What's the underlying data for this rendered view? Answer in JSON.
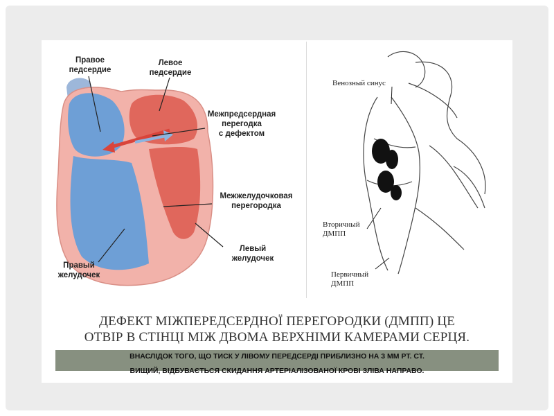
{
  "heart_labels": {
    "right_atrium": [
      "Правое",
      "педсердие"
    ],
    "left_atrium": [
      "Левое",
      "педсердие"
    ],
    "septum_defect": [
      "Межпредсердная",
      "перегодка",
      "с дефектом"
    ],
    "ventricular_septum": [
      "Межжелудочковая",
      "перегородка"
    ],
    "left_ventricle": [
      "Левый",
      "желудочек"
    ],
    "right_ventricle": [
      "Правый",
      "желудочек"
    ]
  },
  "sketch_labels": {
    "venous_sinus": "Венозный синус",
    "secondary": [
      "Вторичный",
      "ДМПП"
    ],
    "primary": [
      "Первичный",
      "ДМПП"
    ]
  },
  "caption": {
    "line1": "ДЕФЕКТ МІЖПЕРЕДСЕРДНОЇ  ПЕРЕГОРОДКИ (ДМПП) ЦЕ",
    "line2": "ОТВІР В СТІНЦІ МІЖ ДВОМА ВЕРХНІМИ КАМЕРАМИ СЕРЦЯ."
  },
  "note": {
    "line1": "ВНАСЛІДОК ТОГО, ЩО ТИСК У ЛІВОМУ ПЕРЕДСЕРДІ ПРИБЛИЗНО НА 3 ММ РТ. СТ.",
    "line2": "ВИЩИЙ, ВІДБУВАЄТЬСЯ СКИДАННЯ АРТЕРІАЛІЗОВАНОЇ КРОВІ ЗЛІВА НАПРАВО."
  },
  "colors": {
    "frame": "#ececec",
    "heart_wall": "#f2b2aa",
    "right_chamber": "#6e9fd6",
    "left_chamber": "#e0675c",
    "note_bar": "#879080"
  }
}
